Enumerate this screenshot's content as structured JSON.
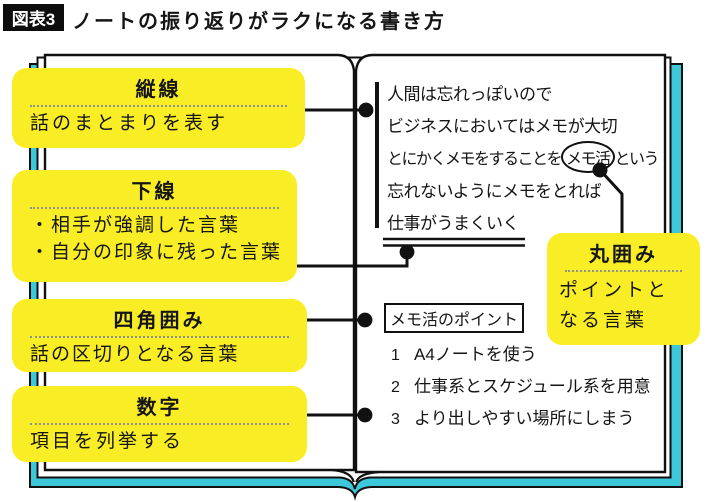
{
  "header": {
    "badge": "図表3",
    "title": "ノートの振り返りがラクになる書き方"
  },
  "callouts": [
    {
      "title": "縦線",
      "lines": [
        "話のまとまりを表す"
      ]
    },
    {
      "title": "下線",
      "lines": [
        "・相手が強調した言葉",
        "・自分の印象に残った言葉"
      ]
    },
    {
      "title": "四角囲み",
      "lines": [
        "話の区切りとなる言葉"
      ]
    },
    {
      "title": "数字",
      "lines": [
        "項目を列挙する"
      ]
    },
    {
      "title": "丸囲み",
      "lines": [
        "ポイントと",
        "なる言葉"
      ]
    }
  ],
  "notebook": {
    "page_lines": [
      "人間は忘れっぽいので",
      "ビジネスにおいてはメモが大切",
      "忘れないようにメモをとれば",
      "仕事がうまくいく"
    ],
    "line3": {
      "before": "とにかくメモをすることを",
      "circled": "メモ活",
      "after": "という"
    },
    "points_box_title": "メモ活のポイント",
    "points": [
      {
        "num": "1",
        "text": "A4ノートを使う"
      },
      {
        "num": "2",
        "text": "仕事系とスケジュール系を用意"
      },
      {
        "num": "3",
        "text": "より出しやすい場所にしまう"
      }
    ]
  },
  "colors": {
    "accent_teal": "#3CC8D8",
    "highlight_yellow": "#F9ED26",
    "ink": "#111111"
  }
}
